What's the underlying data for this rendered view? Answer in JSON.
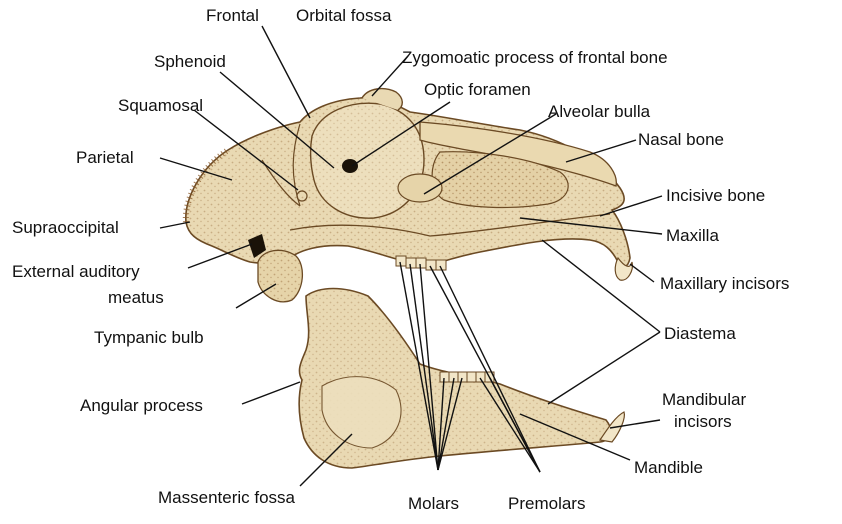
{
  "colors": {
    "bone_fill": "#e9d9b3",
    "bone_shade": "#d8c393",
    "bone_outline": "#6b4a24",
    "stipple": "#8a5a2b",
    "leader_line": "#111111",
    "background": "#ffffff"
  },
  "labels": {
    "frontal": "Frontal",
    "orbital_fossa": "Orbital fossa",
    "sphenoid": "Sphenoid",
    "zygomatic_process": "Zygomoatic process of frontal bone",
    "optic_foramen": "Optic foramen",
    "squamosal": "Squamosal",
    "alveolar_bulla": "Alveolar bulla",
    "nasal_bone": "Nasal bone",
    "parietal": "Parietal",
    "incisive_bone": "Incisive bone",
    "supraoccipital": "Supraoccipital",
    "maxilla": "Maxilla",
    "external_auditory": "External auditory",
    "meatus": "meatus",
    "maxillary_incisors": "Maxillary incisors",
    "tympanic_bulb": "Tympanic bulb",
    "diastema": "Diastema",
    "angular_process": "Angular process",
    "mandibular": "Mandibular",
    "incisors": "incisors",
    "mandible": "Mandible",
    "massenteric_fossa": "Massenteric fossa",
    "molars": "Molars",
    "premolars": "Premolars"
  }
}
